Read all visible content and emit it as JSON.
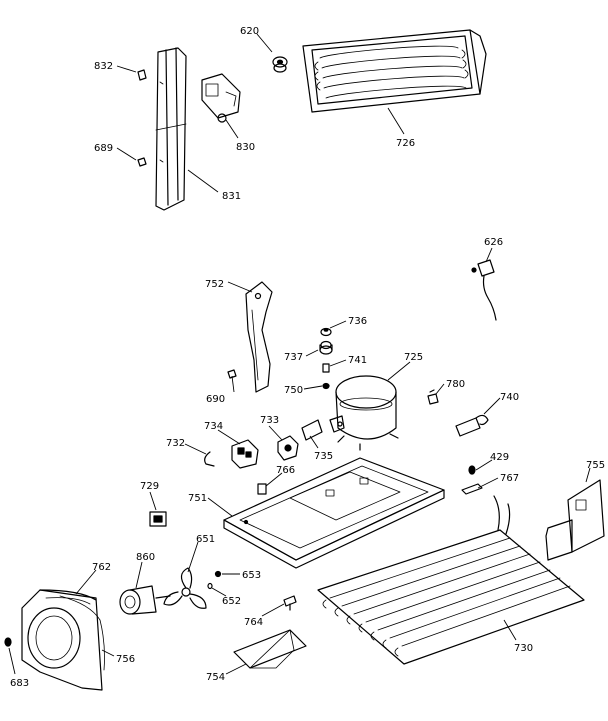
{
  "labels": {
    "l620": "620",
    "l726": "726",
    "l832": "832",
    "l830": "830",
    "l689": "689",
    "l831": "831",
    "l626": "626",
    "l752": "752",
    "l736": "736",
    "l737": "737",
    "l741": "741",
    "l725": "725",
    "l750": "750",
    "l690": "690",
    "l780": "780",
    "l740": "740",
    "l734": "734",
    "l733": "733",
    "l732": "732",
    "l735": "735",
    "l766": "766",
    "l429": "429",
    "l767": "767",
    "l755": "755",
    "l729": "729",
    "l751": "751",
    "l762": "762",
    "l860": "860",
    "l651": "651",
    "l653": "653",
    "l652": "652",
    "l764": "764",
    "l730": "730",
    "l756": "756",
    "l683": "683",
    "l754": "754"
  }
}
